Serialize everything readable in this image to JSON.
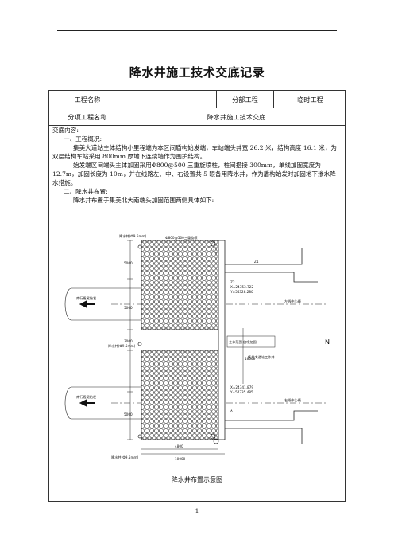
{
  "title": "降水井施工技术交底记录",
  "table": {
    "row1": {
      "project_label": "工程名称",
      "project_value": "",
      "sub_label": "分部工程",
      "sub_value": "临时工程"
    },
    "row2": {
      "item_label": "分项工程名称",
      "item_value": "降水井施工技术交底"
    }
  },
  "content": {
    "heading": "交底内容:",
    "section1": "一、工程概况:",
    "para1": "集美大道站主体结构小里程端为本区间盾构始发端，车站端头井宽 26.2 米，结构高度 16.1 米，为双层结构车站采用 800mm 厚地下连续墙作为围护结构。",
    "para2": "始发端区间端头主体加固采用Φ800@500 三重旋喷桩，桩间搭接 300mm，单线加固宽度为 12.7m，加固长度为 10m，并在线路左、中、右设置共 5 眼备用降水井，作为盾构始发时加固地下渗水降水措施。",
    "section2": "二、降水井布置:",
    "para3": "降水井布置于集美北大南端头加固范围两侧具体如下:"
  },
  "figure": {
    "caption": "降水井布置示意图",
    "labels": {
      "well_top_left": "降水井(Ф9.5mm)",
      "jet_grout": "Ф800@500三重旋喷",
      "tunnel_left_top": "南行盾尾始发",
      "tunnel_left_bottom": "南行盾尾始发",
      "well_mid": "降水井(Ф9.5mm)",
      "well_bottom": "降水井(Ф9.5mm)",
      "coord_top_x": "X=24353.722",
      "coord_top_y": "Y=54328.280",
      "coord_bot_x": "X=24341.879",
      "coord_bot_y": "Y=54335.485",
      "line_top": "左线中心线",
      "line_bot": "右线中心线",
      "station_label": "集美大道站工作井",
      "guide_wall": "主体范围 旋喷加固",
      "north": "N",
      "dim_top_a": "5000",
      "dim_top_b": "5000",
      "dim_mid": "3000",
      "dim_bottom": "5000",
      "dim_right": "16000",
      "dim_bot_1": "4800",
      "dim_bot_2": "10000",
      "tag_a": "Z1",
      "tag_b": "Z2",
      "tag_delta": "Δ"
    }
  },
  "page_number": "1"
}
